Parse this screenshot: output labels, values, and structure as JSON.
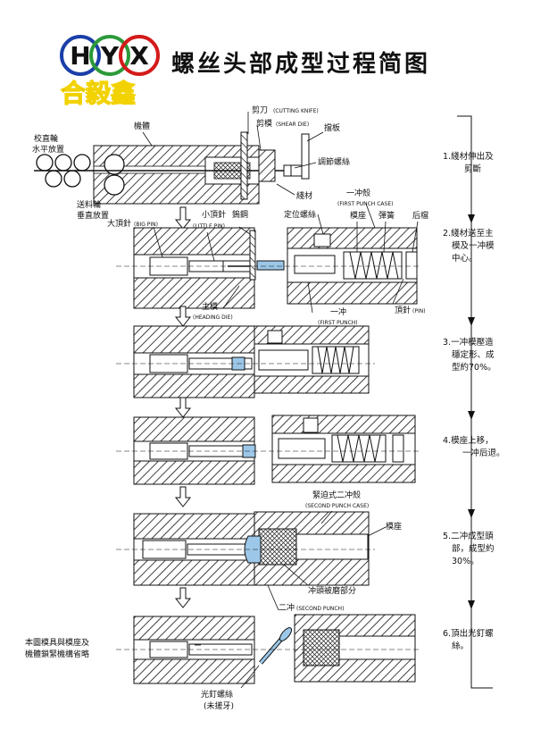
{
  "logo": {
    "letters": [
      "H",
      "Y",
      "X"
    ],
    "name_cn": "合毅鑫",
    "name_color": "#e8101a",
    "name_outline": "#f2d200",
    "ring_colors": [
      "#1a3fa8",
      "#2c9a3a",
      "#d41a1a"
    ]
  },
  "title": "螺丝头部成型过程简图",
  "title_color": "#e8101a",
  "labels": {
    "cutting_knife_cn": "剪刀",
    "cutting_knife_en": "(CUTTING KNIFE)",
    "shear_die_cn": "剪模",
    "shear_die_en": "(SHEAR DIE)",
    "baffle": "擋板",
    "body": "機體",
    "straightener": "校直輪",
    "horizontal": "水平放置",
    "adjust_screw": "調節螺絲",
    "feed_wheel": "送料輪",
    "vertical": "垂直放置",
    "wire": "綫材",
    "big_pin_cn": "大頂針",
    "big_pin_en": "(BIG PIN)",
    "little_pin_cn": "小頂針",
    "little_pin_en": "(LITTLE PIN)",
    "clamp": "鎢鋼",
    "locate_screw": "定位螺絲",
    "first_case_cn": "一冲殼",
    "first_case_en": "(FIRST PUNCH CASE)",
    "die_seat": "模座",
    "spring": "彈簧",
    "back_stop": "后檔",
    "pin_cn": "頂針",
    "pin_en": "(PIN)",
    "heading_die_cn": "主模",
    "heading_die_en": "(HEADING DIE)",
    "first_punch_cn": "一冲",
    "first_punch_en": "(FIRST PUNCH)",
    "second_case_cn": "緊迫式二冲殼",
    "second_case_en": "(SECOND PUNCH CASE)",
    "die_seat2": "模座",
    "grind_part": "冲頭被磨部分",
    "second_punch_cn": "二冲",
    "second_punch_en": "(SECOND PUNCH)",
    "note_line1": "本圖模具與模座及",
    "note_line2": "機體鎖緊機構省略",
    "blank_screw": "光釘螺絲",
    "no_thread": "(未搓牙)"
  },
  "steps": [
    {
      "lines": [
        "1.綫材伸出及",
        "剪斷"
      ]
    },
    {
      "lines": [
        "2.綫材送至主",
        "模及一冲模",
        "中心。"
      ]
    },
    {
      "lines": [
        "3.一冲模壓造",
        "穩定形、成",
        "型約70%。"
      ]
    },
    {
      "lines": [
        "4.模座上移，",
        "一冲后退。"
      ]
    },
    {
      "lines": [
        "5.二冲成型頭",
        "部，成型約",
        "30%。"
      ]
    },
    {
      "lines": [
        "6.頂出光釘螺",
        "絲。"
      ]
    }
  ]
}
